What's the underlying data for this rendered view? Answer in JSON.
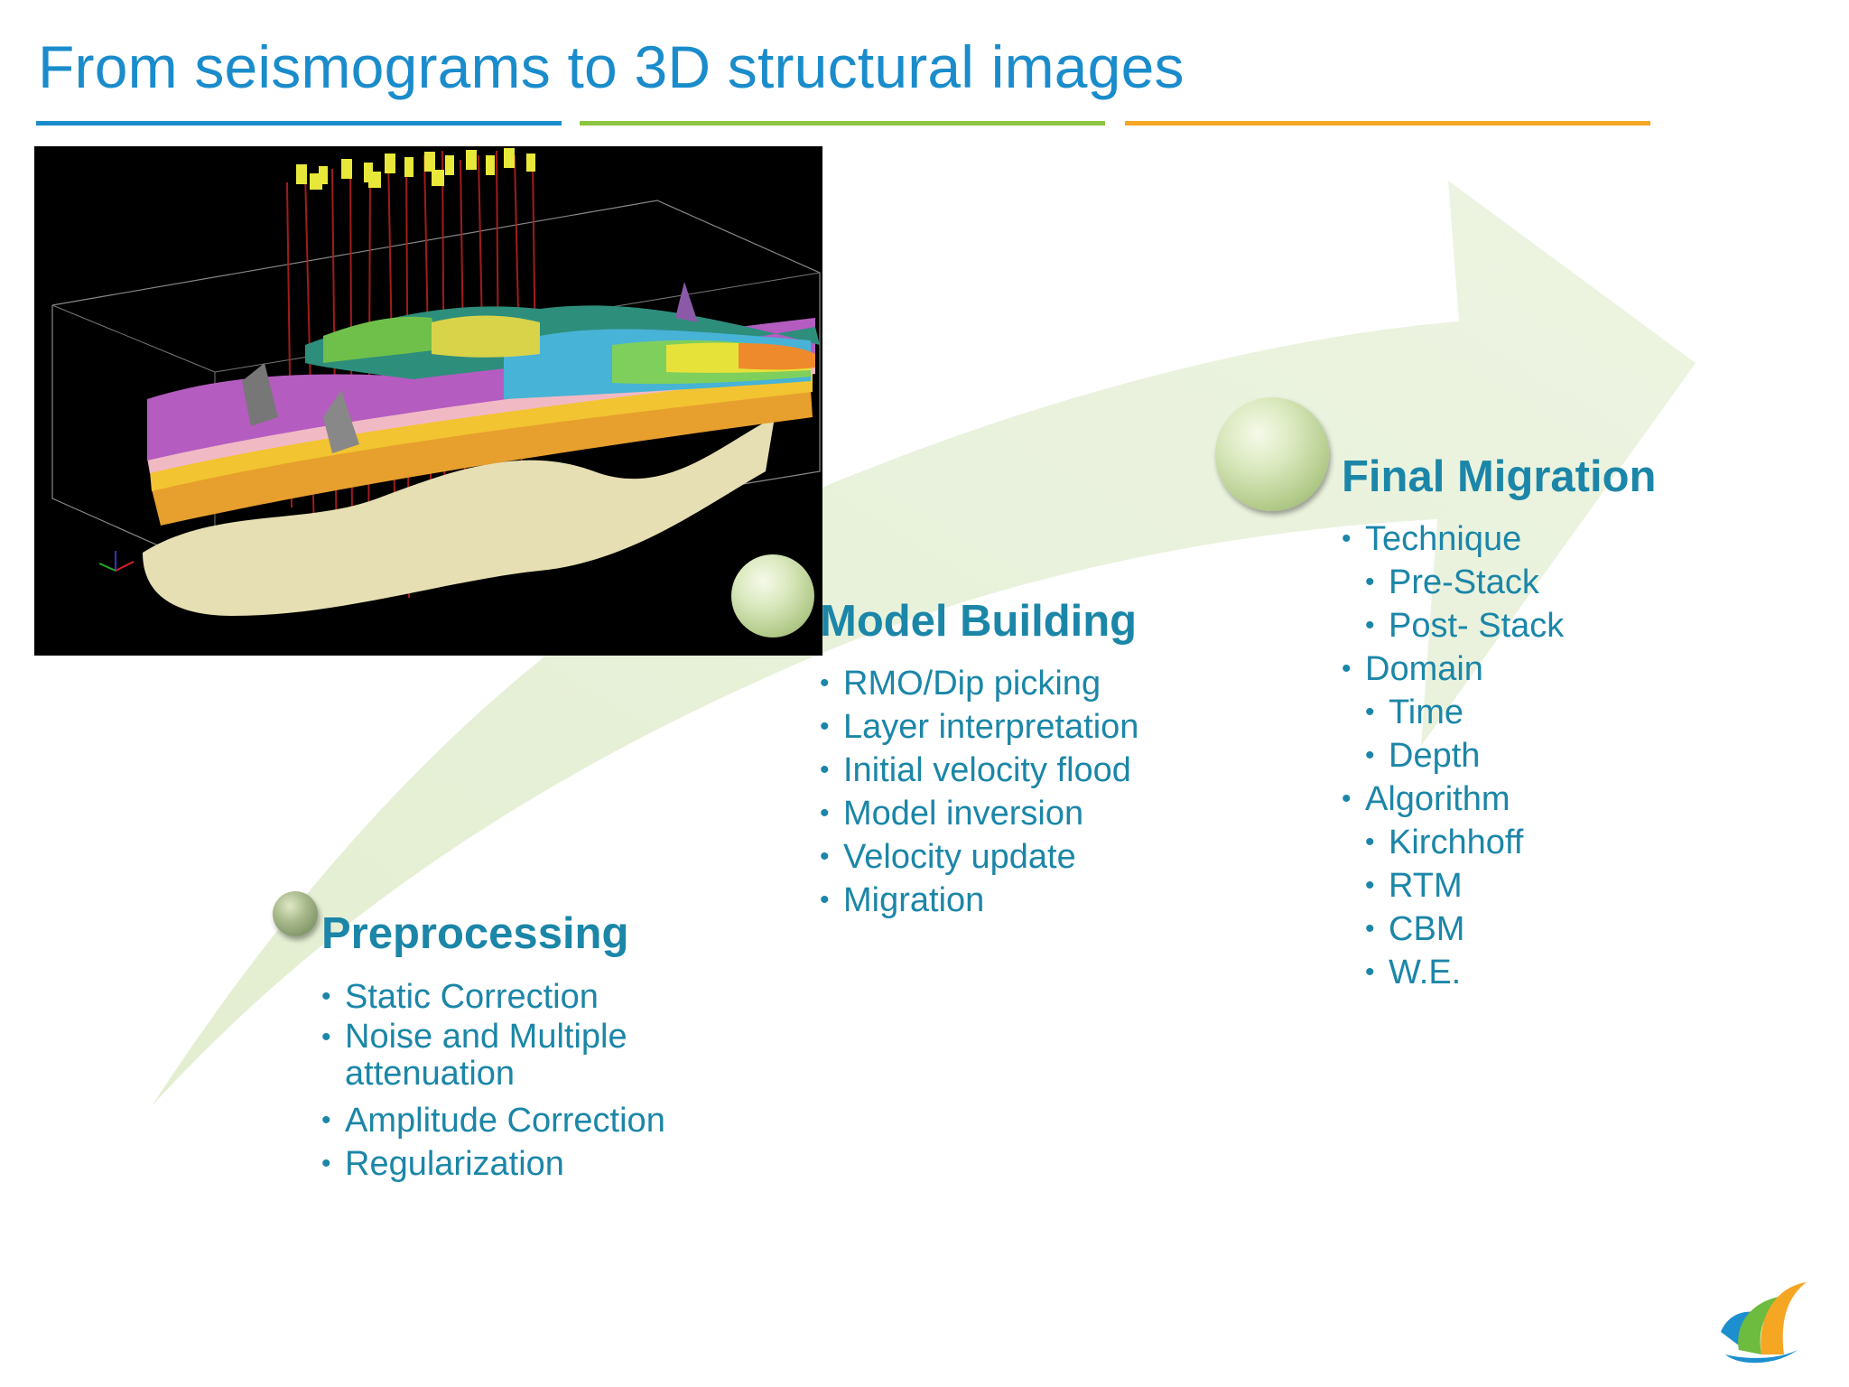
{
  "title": "From seismograms to 3D structural images",
  "colors": {
    "title": "#1a8ccb",
    "rule_blue": "#1a8ccb",
    "rule_green": "#8cc63f",
    "rule_orange": "#f5a623",
    "stage_text": "#1b86a8",
    "arrow_fill": "#e8f1d9"
  },
  "image": {
    "name": "3D seismic structural model"
  },
  "stages": [
    {
      "title": "Preprocessing",
      "items": [
        {
          "text": "Static Correction",
          "level": 1
        },
        {
          "text": "Noise and Multiple attenuation",
          "level": 1
        },
        {
          "text": "Amplitude Correction",
          "level": 1
        },
        {
          "text": "Regularization",
          "level": 1
        }
      ]
    },
    {
      "title": "Model Building",
      "items": [
        {
          "text": "RMO/Dip picking",
          "level": 1
        },
        {
          "text": "Layer interpretation",
          "level": 1
        },
        {
          "text": "Initial velocity flood",
          "level": 1
        },
        {
          "text": "Model inversion",
          "level": 1
        },
        {
          "text": "Velocity update",
          "level": 1
        },
        {
          "text": "Migration",
          "level": 1
        }
      ]
    },
    {
      "title": "Final Migration",
      "items": [
        {
          "text": "Technique",
          "level": 1
        },
        {
          "text": "Pre-Stack",
          "level": 2
        },
        {
          "text": "Post- Stack",
          "level": 2
        },
        {
          "text": "Domain",
          "level": 1
        },
        {
          "text": "Time",
          "level": 2
        },
        {
          "text": "Depth",
          "level": 2
        },
        {
          "text": "Algorithm",
          "level": 1
        },
        {
          "text": "Kirchhoff",
          "level": 2
        },
        {
          "text": "RTM",
          "level": 2
        },
        {
          "text": "CBM",
          "level": 2
        },
        {
          "text": "W.E.",
          "level": 2
        }
      ]
    }
  ],
  "logo": {
    "icon": "company-logo-icon"
  }
}
